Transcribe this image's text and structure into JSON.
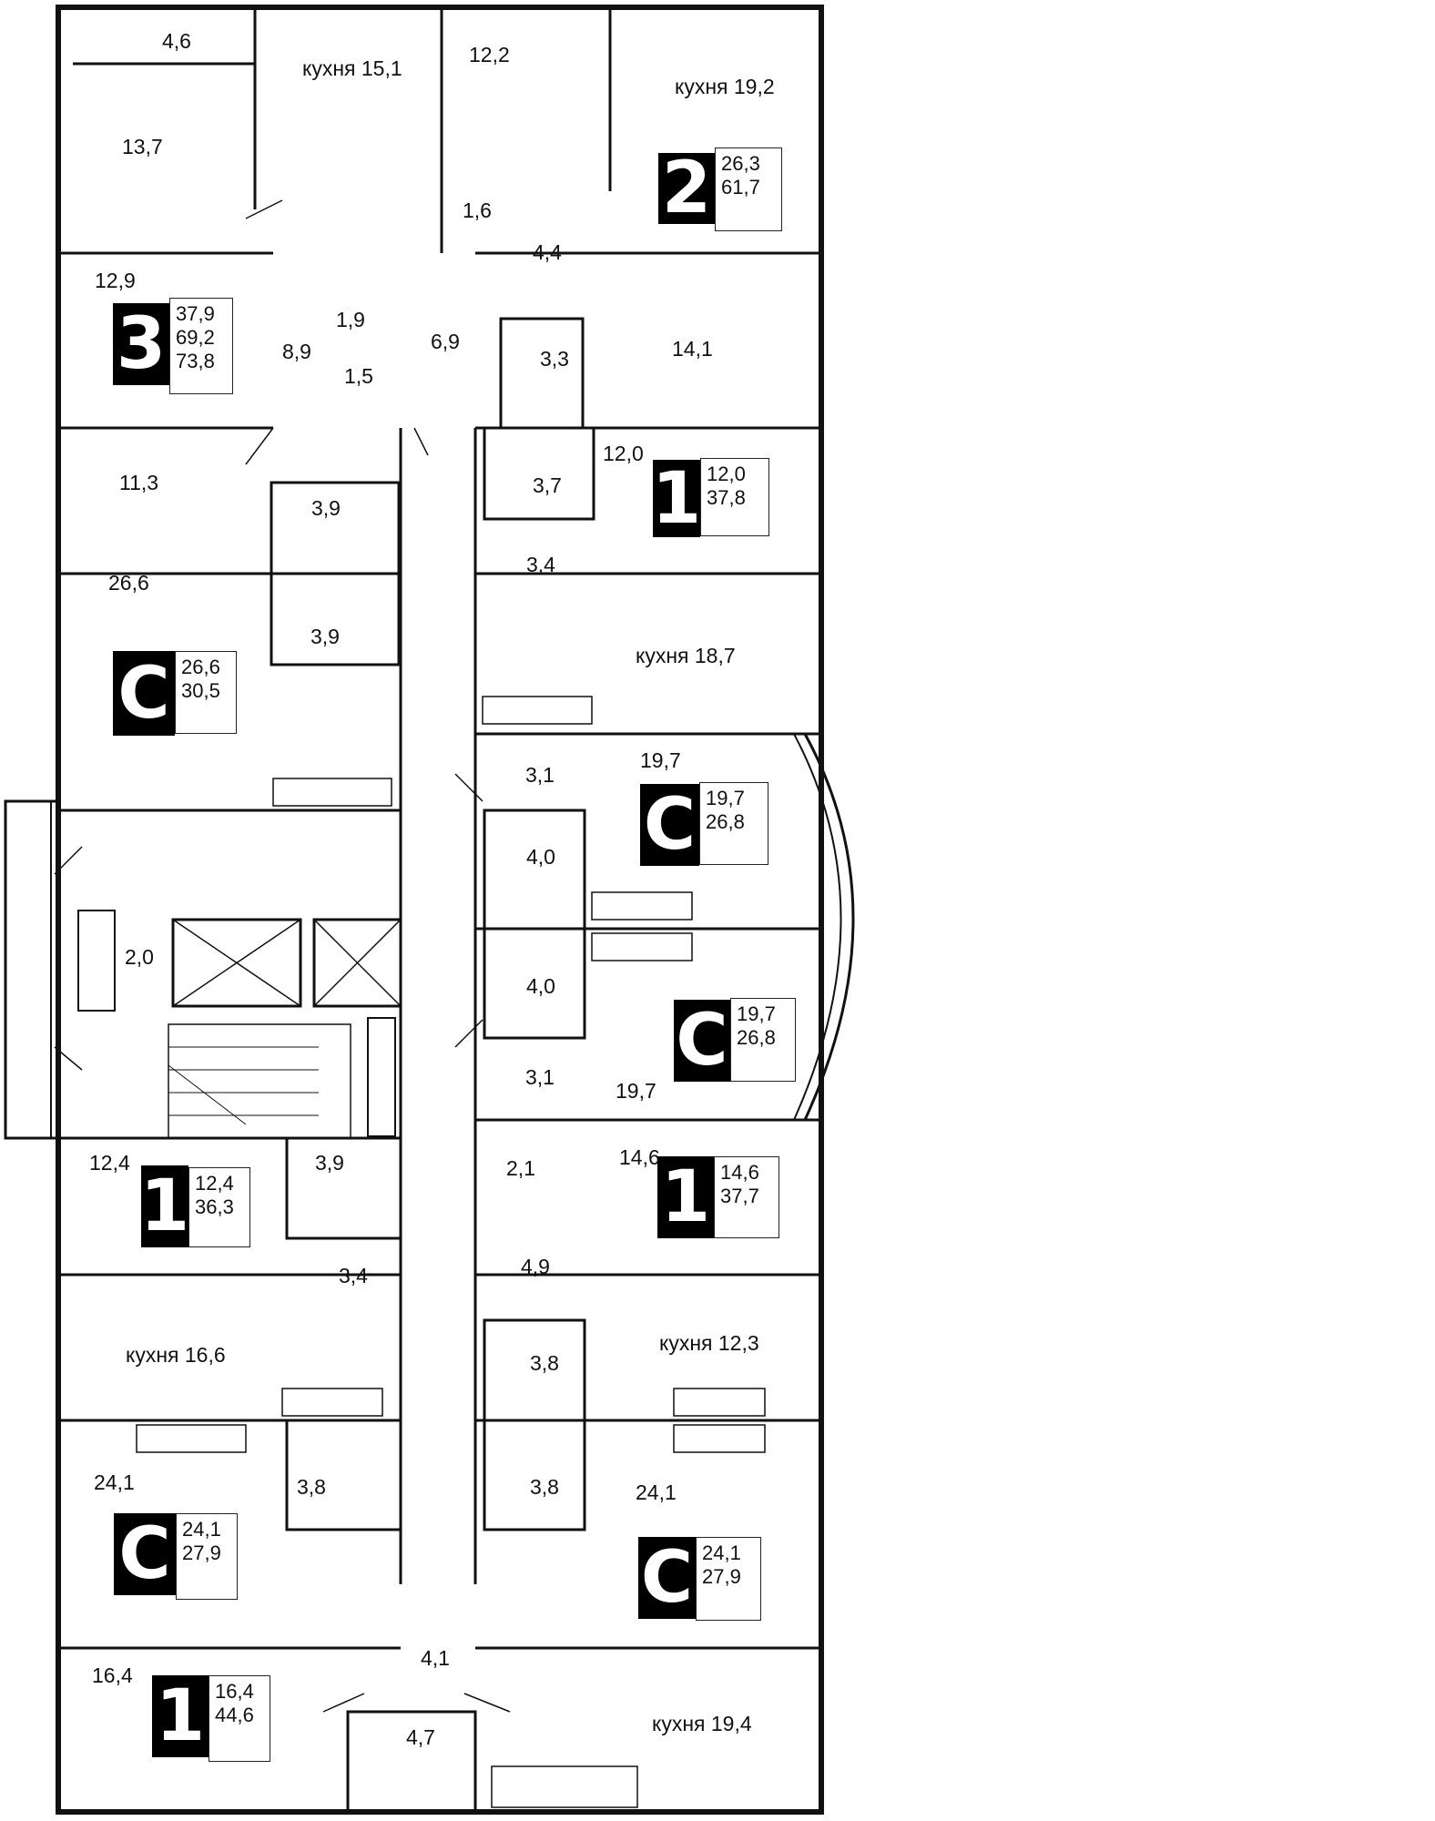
{
  "rooms": {
    "balcony_top_left": "4,6",
    "room_13_7": "13,7",
    "kitchen_15_1": "кухня 15,1",
    "room_12_2": "12,2",
    "kitchen_19_2": "кухня 19,2",
    "room_1_6": "1,6",
    "hall_4_4": "4,4",
    "room_12_9": "12,9",
    "bath_1_9": "1,9",
    "hall_8_9": "8,9",
    "wc_1_5": "1,5",
    "hall_6_9": "6,9",
    "bath_3_3": "3,3",
    "room_14_1": "14,1",
    "room_11_3": "11,3",
    "bath_3_9_a": "3,9",
    "bath_3_7": "3,7",
    "room_12_0": "12,0",
    "hall_3_4_a": "3,4",
    "room_26_6": "26,6",
    "bath_3_9_b": "3,9",
    "kitchen_18_7": "кухня 18,7",
    "hall_3_1_a": "3,1",
    "room_19_7_a": "19,7",
    "bath_4_0_a": "4,0",
    "storage_2_0": "2,0",
    "bath_4_0_b": "4,0",
    "hall_3_1_b": "3,1",
    "room_19_7_b": "19,7",
    "room_12_4": "12,4",
    "bath_3_9_c": "3,9",
    "storage_2_1": "2,1",
    "room_14_6": "14,6",
    "hall_3_4_b": "3,4",
    "hall_4_9": "4,9",
    "kitchen_16_6": "кухня 16,6",
    "bath_3_8_a": "3,8",
    "kitchen_12_3": "кухня 12,3",
    "room_24_1_a": "24,1",
    "bath_3_8_b": "3,8",
    "bath_3_8_c": "3,8",
    "room_24_1_b": "24,1",
    "hall_4_1": "4,1",
    "room_16_4": "16,4",
    "bath_4_7": "4,7",
    "kitchen_19_4": "кухня 19,4"
  },
  "apartments": [
    {
      "type": "2",
      "lines": [
        "26,3",
        "61,7"
      ]
    },
    {
      "type": "3",
      "lines": [
        "37,9",
        "69,2",
        "73,8"
      ]
    },
    {
      "type": "1",
      "lines": [
        "12,0",
        "37,8"
      ]
    },
    {
      "type": "С",
      "lines": [
        "26,6",
        "30,5"
      ]
    },
    {
      "type": "С",
      "lines": [
        "19,7",
        "26,8"
      ]
    },
    {
      "type": "С",
      "lines": [
        "19,7",
        "26,8"
      ]
    },
    {
      "type": "1",
      "lines": [
        "12,4",
        "36,3"
      ]
    },
    {
      "type": "1",
      "lines": [
        "14,6",
        "37,7"
      ]
    },
    {
      "type": "С",
      "lines": [
        "24,1",
        "27,9"
      ]
    },
    {
      "type": "С",
      "lines": [
        "24,1",
        "27,9"
      ]
    },
    {
      "type": "1",
      "lines": [
        "16,4",
        "44,6"
      ]
    }
  ]
}
